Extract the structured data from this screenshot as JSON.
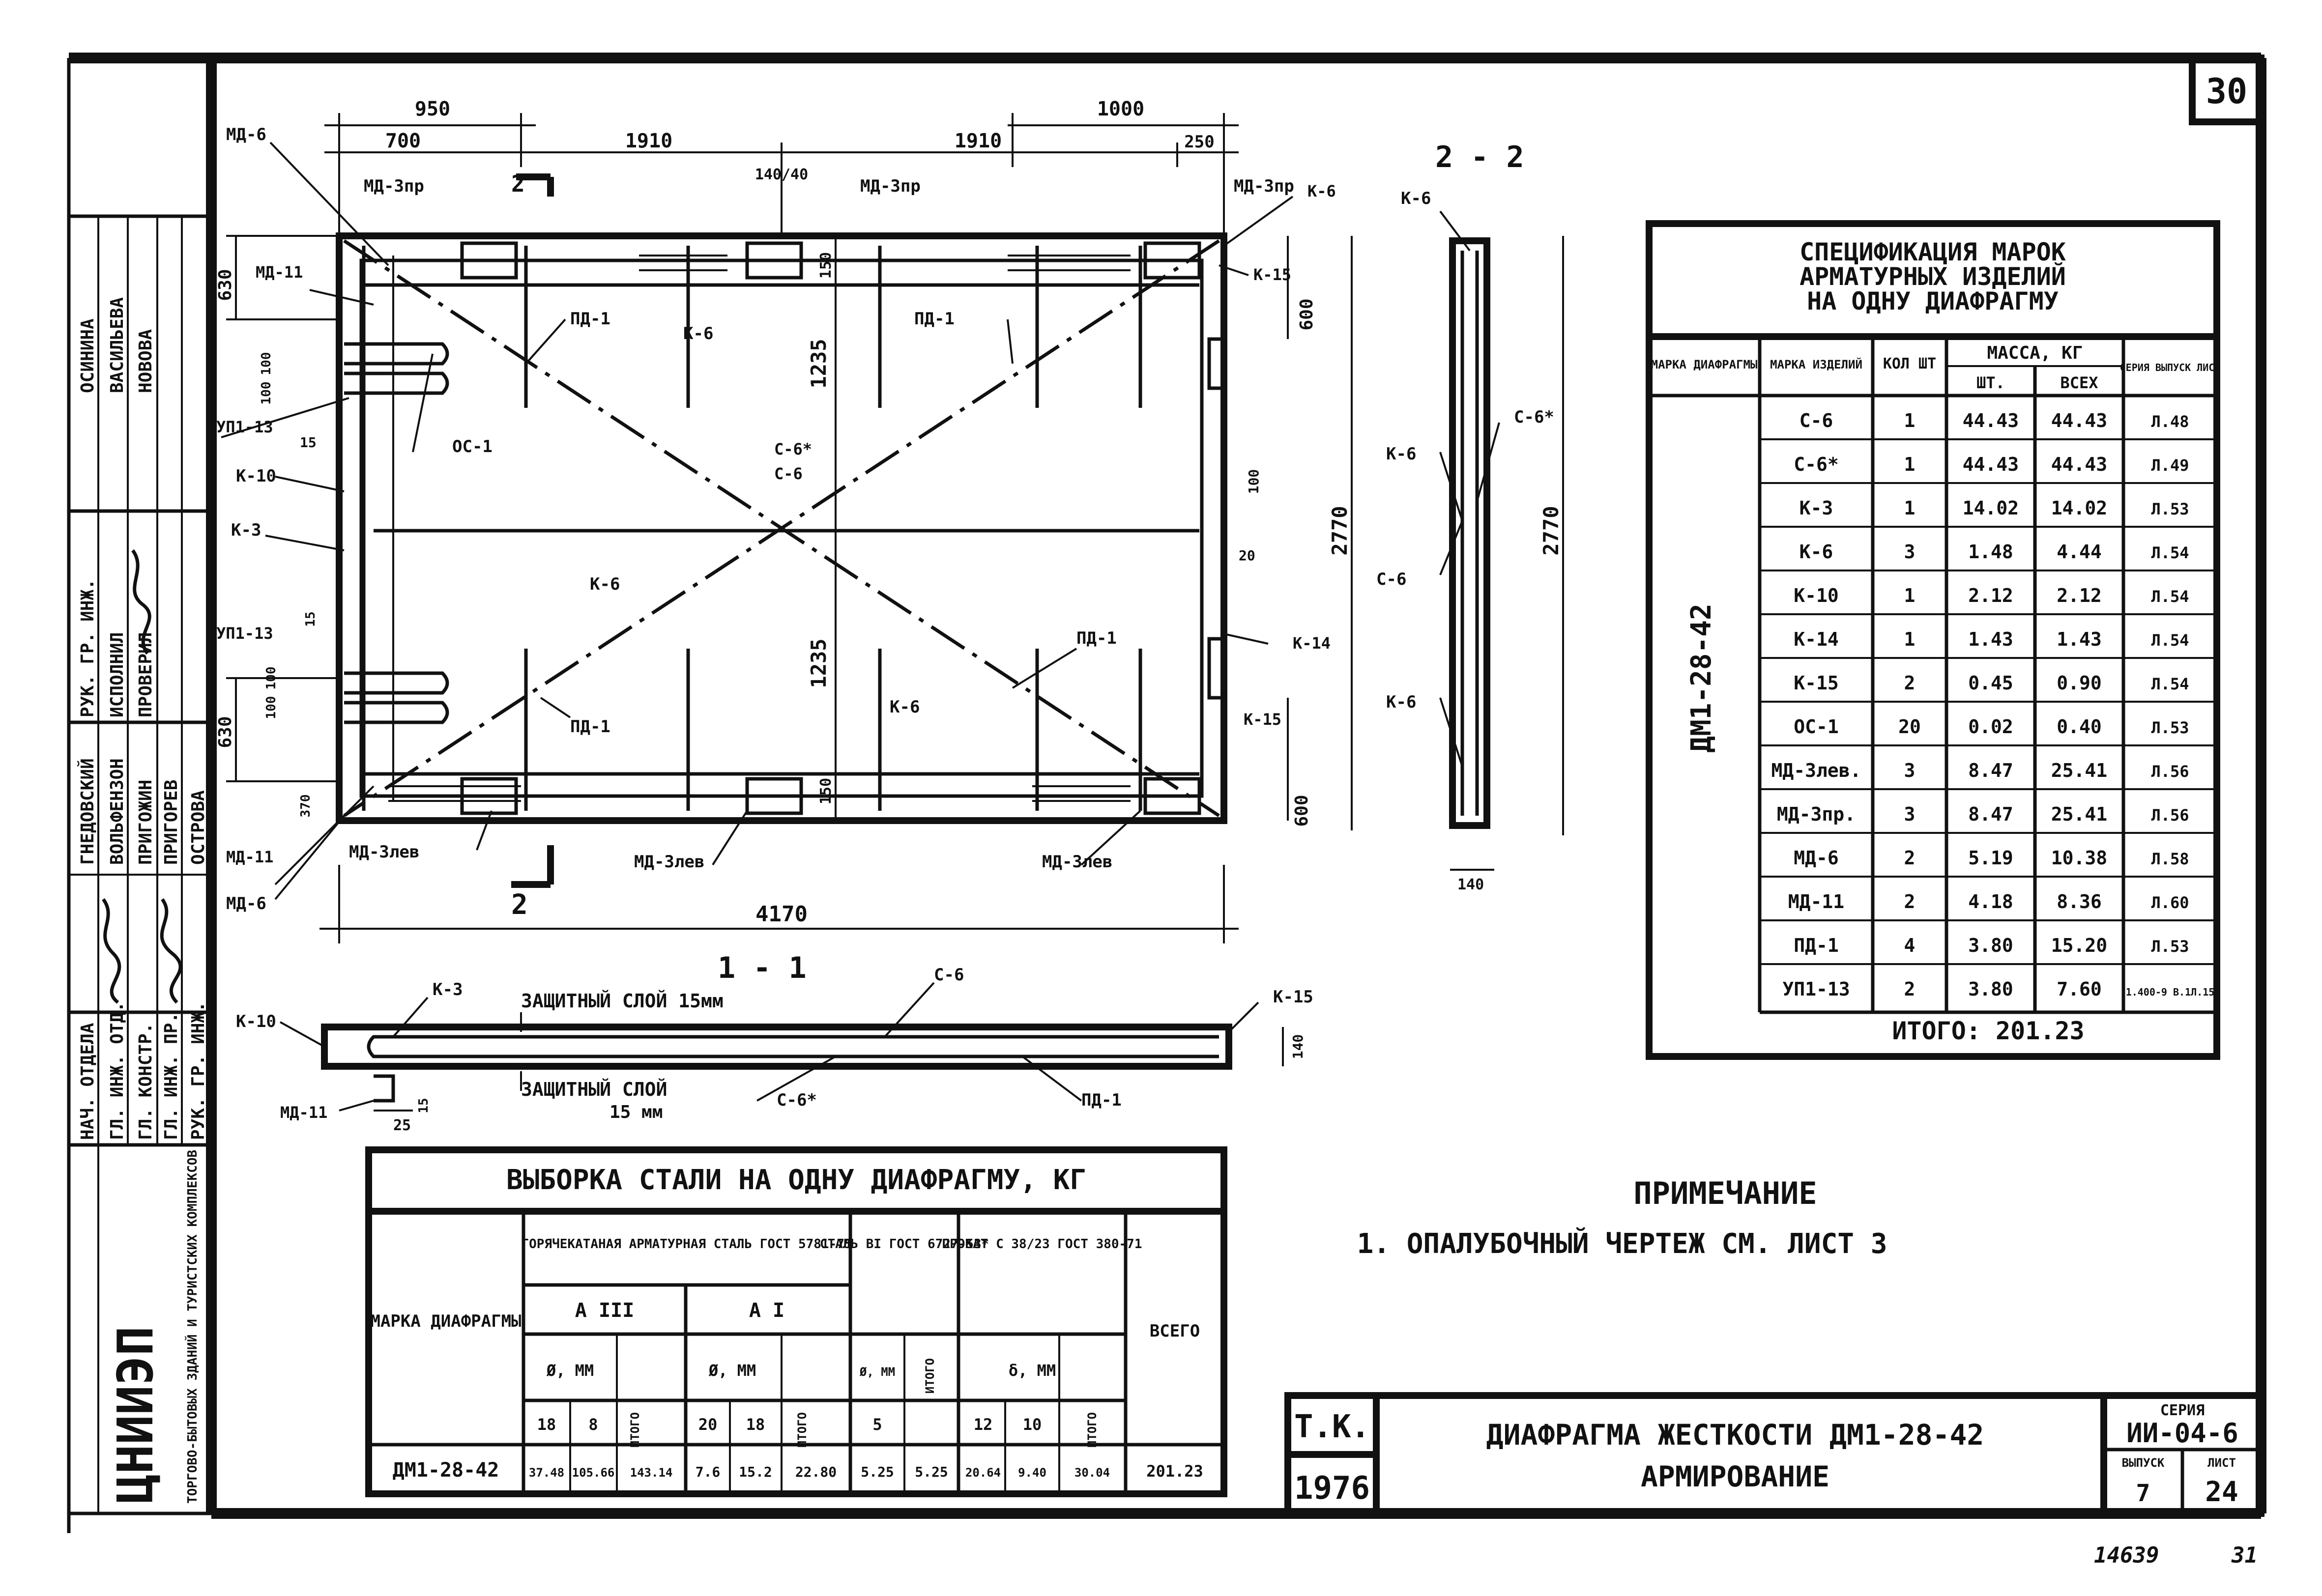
{
  "sheet": {
    "page_number": "30",
    "bottom_numbers": [
      "14639",
      "31"
    ]
  },
  "side_stamp": {
    "org": "ЦНИИЭП",
    "org_sub": "ТОРГОВО-БЫТОВЫХ ЗДАНИЙ И ТУРИСТСКИХ КОМПЛЕКСОВ",
    "rows": [
      {
        "role": "НАЧ. ОТДЕЛА",
        "name": "ГНЕДОВСКИЙ"
      },
      {
        "role": "ГЛ. ИНЖ. ОТД.",
        "name": "ВОЛЬФЕНЗОН"
      },
      {
        "role": "ГЛ. КОНСТР.",
        "name": "ПРИГОЖИН"
      },
      {
        "role": "ГЛ. ИНЖ. ПР.",
        "name": "ПРИГОРЕВ"
      },
      {
        "role": "РУК. ГР. ИНЖ.",
        "name": "ОСТРОВА"
      },
      {
        "role": "РУК. ГР. ИНЖ.",
        "name": "ОСИНИНА"
      },
      {
        "role": "ИСПОЛНИЛ",
        "name": "ВАСИЛЬЕВА"
      },
      {
        "role": "ПРОВЕРИЛ",
        "name": "НОВОВА"
      }
    ]
  },
  "plan": {
    "dims_top": [
      "950",
      "700",
      "1910",
      "1910",
      "1000",
      "250",
      "140/40"
    ],
    "dims_left": [
      "630",
      "100",
      "100",
      "15",
      "15",
      "100",
      "100",
      "630",
      "370"
    ],
    "dims_right": [
      "600",
      "600",
      "100",
      "20",
      "150",
      "150"
    ],
    "dim_height": [
      "1235",
      "1235",
      "2770"
    ],
    "dim_width": "4170",
    "section_marks": [
      "2",
      "2"
    ],
    "labels": {
      "md6_top": "МД-6",
      "md3pr_a": "МД-3пр",
      "md3pr_b": "МД-3пр",
      "md3pr_c": "МД-3пр",
      "md11_top": "МД-11",
      "up13_top": "УП1-13",
      "k10": "К-10",
      "k3": "К-3",
      "up13_bot": "УП1-13",
      "md11_bot": "МД-11",
      "md6_bot": "МД-6",
      "md3lev_a": "МД-3лев",
      "md3lev_b": "МД-3лев",
      "md3lev_c": "МД-3лев",
      "pd1_a": "ПД-1",
      "pd1_b": "ПД-1",
      "pd1_c": "ПД-1",
      "pd1_d": "ПД-1",
      "k6_a": "К-6",
      "k6_b": "К-6",
      "k6_c": "К-6",
      "k6_d": "К-6",
      "oc1": "ОС-1",
      "c6star": "С-6*",
      "c6": "С-6",
      "k15_a": "К-15",
      "k15_b": "К-15",
      "k14": "К-14"
    }
  },
  "section22": {
    "title": "2 - 2",
    "labels": {
      "k6_top": "К-6",
      "k6_mid": "К-6",
      "k6_bot": "К-6",
      "c6star": "С-6*",
      "c6": "С-6"
    },
    "dims": {
      "h1": "2770",
      "h2": "2770",
      "w": "140"
    }
  },
  "section11": {
    "title": "1 - 1",
    "cover_top": "ЗАЩИТНЫЙ СЛОЙ 15мм",
    "cover_bot_1": "ЗАЩИТНЫЙ СЛОЙ",
    "cover_bot_2": "15 мм",
    "labels": {
      "k3": "К-3",
      "c6": "С-6",
      "k15": "К-15",
      "k10": "К-10",
      "md11": "МД-11",
      "c6star": "С-6*",
      "pd1": "ПД-1"
    },
    "dims": {
      "d140": "140",
      "d15": "15",
      "d25": "25"
    }
  },
  "spec_table": {
    "title_lines": [
      "СПЕЦИФИКАЦИЯ МАРОК",
      "АРМАТУРНЫХ ИЗДЕЛИЙ",
      "НА ОДНУ ДИАФРАГМУ"
    ],
    "headers": {
      "mark_d": "МАРКА ДИАФРАГМЫ",
      "mark_i": "МАРКА ИЗДЕЛИЙ",
      "qty": "КОЛ ШТ",
      "mass": "МАССА, КГ",
      "mass_one": "ШТ.",
      "mass_all": "ВСЕХ",
      "series": "СЕРИЯ ВЫПУСК ЛИСТ"
    },
    "diaphragm": "ДМ1-28-42",
    "rows": [
      [
        "С-6",
        "1",
        "44.43",
        "44.43",
        "Л.48"
      ],
      [
        "С-6*",
        "1",
        "44.43",
        "44.43",
        "Л.49"
      ],
      [
        "К-3",
        "1",
        "14.02",
        "14.02",
        "Л.53"
      ],
      [
        "К-6",
        "3",
        "1.48",
        "4.44",
        "Л.54"
      ],
      [
        "К-10",
        "1",
        "2.12",
        "2.12",
        "Л.54"
      ],
      [
        "К-14",
        "1",
        "1.43",
        "1.43",
        "Л.54"
      ],
      [
        "К-15",
        "2",
        "0.45",
        "0.90",
        "Л.54"
      ],
      [
        "ОС-1",
        "20",
        "0.02",
        "0.40",
        "Л.53"
      ],
      [
        "МД-3лев.",
        "3",
        "8.47",
        "25.41",
        "Л.56"
      ],
      [
        "МД-3пр.",
        "3",
        "8.47",
        "25.41",
        "Л.56"
      ],
      [
        "МД-6",
        "2",
        "5.19",
        "10.38",
        "Л.58"
      ],
      [
        "МД-11",
        "2",
        "4.18",
        "8.36",
        "Л.60"
      ],
      [
        "ПД-1",
        "4",
        "3.80",
        "15.20",
        "Л.53"
      ],
      [
        "УП1-13",
        "2",
        "3.80",
        "7.60",
        "1.400-9 В.1Л.15"
      ]
    ],
    "total": "ИТОГО: 201.23"
  },
  "steel_table": {
    "title": "ВЫБОРКА СТАЛИ НА ОДНУ ДИАФРАГМУ, КГ",
    "col_mark": "МАРКА ДИАФРАГМЫ",
    "group1": "ГОРЯЧЕКАТАНАЯ АРМАТУРНАЯ СТАЛЬ ГОСТ 5781-75",
    "group2": "СТАЛЬ ВI ГОСТ 6727-53*",
    "group3": "ПРОКАТ С 38/23 ГОСТ 380-71",
    "all": "ВСЕГО",
    "a3": "А III",
    "a1": "А I",
    "dmm": "Ø, ММ",
    "delta": "δ, ММ",
    "itogo": "ИТОГО",
    "sizes": [
      "18",
      "8",
      "20",
      "18",
      "5",
      "12",
      "10"
    ],
    "row": [
      "ДМ1-28-42",
      "37.48",
      "105.66",
      "143.14",
      "7.6",
      "15.2",
      "22.80",
      "5.25",
      "5.25",
      "20.64",
      "9.40",
      "30.04",
      "201.23"
    ]
  },
  "note": {
    "title": "ПРИМЕЧАНИЕ",
    "text": "1. ОПАЛУБОЧНЫЙ ЧЕРТЕЖ СМ. ЛИСТ 3"
  },
  "title_block": {
    "tk": "Т.К.",
    "year": "1976",
    "title1": "ДИАФРАГМА ЖЕСТКОСТИ ДМ1-28-42",
    "title2": "АРМИРОВАНИЕ",
    "series_label": "СЕРИЯ",
    "series": "ИИ-04-6",
    "issue_label": "ВЫПУСК",
    "issue": "7",
    "sheet_label": "ЛИСТ",
    "sheet": "24"
  }
}
